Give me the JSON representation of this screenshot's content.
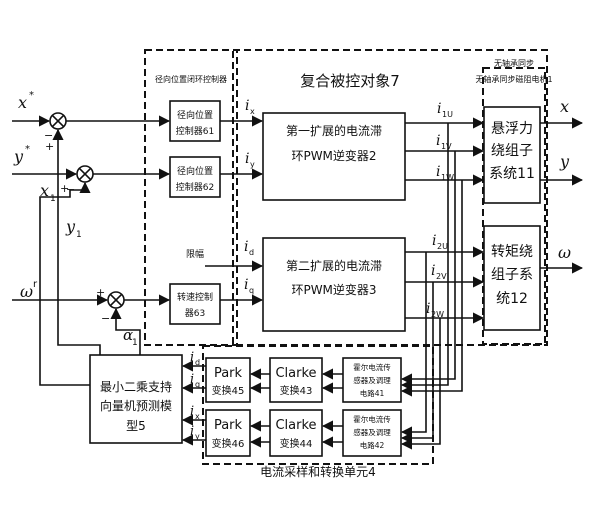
{
  "labels": {
    "controller_region": "径向位置闭环控制器",
    "composite_object": "复合被控对象7",
    "motor_region": "无轴承同步磁阻电机1",
    "sampling_unit": "电流采样和转换单元4"
  },
  "blocks": {
    "ctrl1_a": "径向位置",
    "ctrl1_b": "控制器61",
    "ctrl2_a": "径向位置",
    "ctrl2_b": "控制器62",
    "ctrl3_a": "转速控制",
    "ctrl3_b": "器63",
    "limiter": "限幅",
    "inv1_a": "第一扩展的电流滞",
    "inv1_b": "环PWM逆变器2",
    "inv2_a": "第二扩展的电流滞",
    "inv2_b": "环PWM逆变器3",
    "susp_a": "悬浮力",
    "susp_b": "绕组子",
    "susp_c": "系统11",
    "torque_a": "转矩绕",
    "torque_b": "组子系",
    "torque_c": "统12",
    "park1_a": "Park",
    "park1_b": "变换45",
    "park2_a": "Park",
    "park2_b": "变换46",
    "clarke1_a": "Clarke",
    "clarke1_b": "变换43",
    "clarke2_a": "Clarke",
    "clarke2_b": "变换44",
    "sensor1_a": "霍尔电流传",
    "sensor1_b": "感器及调理",
    "sensor1_c": "电路41",
    "sensor2_a": "霍尔电流传",
    "sensor2_b": "感器及调理",
    "sensor2_c": "电路42",
    "lssvm_a": "最小二乘支持",
    "lssvm_b": "向量机预测模",
    "lssvm_c": "型5"
  },
  "signals": {
    "x_ref": "x",
    "y_ref": "y",
    "star": "*",
    "x1": "x",
    "y1": "y",
    "sub1": "1",
    "w_ref": "ω",
    "w_sup": "r",
    "alpha1": "α",
    "alpha_sub": "1",
    "ix": "i",
    "ix_sub": "x",
    "iy": "i",
    "iy_sub": "y",
    "id": "i",
    "id_sub": "d",
    "iq": "i",
    "iq_sub": "q",
    "i1u": "i",
    "i1u_sub": "1U",
    "i1v": "i",
    "i1v_sub": "1V",
    "i1w": "i",
    "i1w_sub": "1W",
    "i2u": "i",
    "i2u_sub": "2U",
    "i2v": "i",
    "i2v_sub": "2V",
    "i2w": "i",
    "i2w_sub": "2W",
    "fb_id": "i",
    "fb_id_sub": "d",
    "fb_iq": "i",
    "fb_iq_sub": "q",
    "fb_ix": "i",
    "fb_ix_sub": "x",
    "fb_iy": "i",
    "fb_iy_sub": "y",
    "out_x": "x",
    "out_y": "y",
    "out_w": "ω",
    "plus": "+",
    "minus": "−"
  }
}
